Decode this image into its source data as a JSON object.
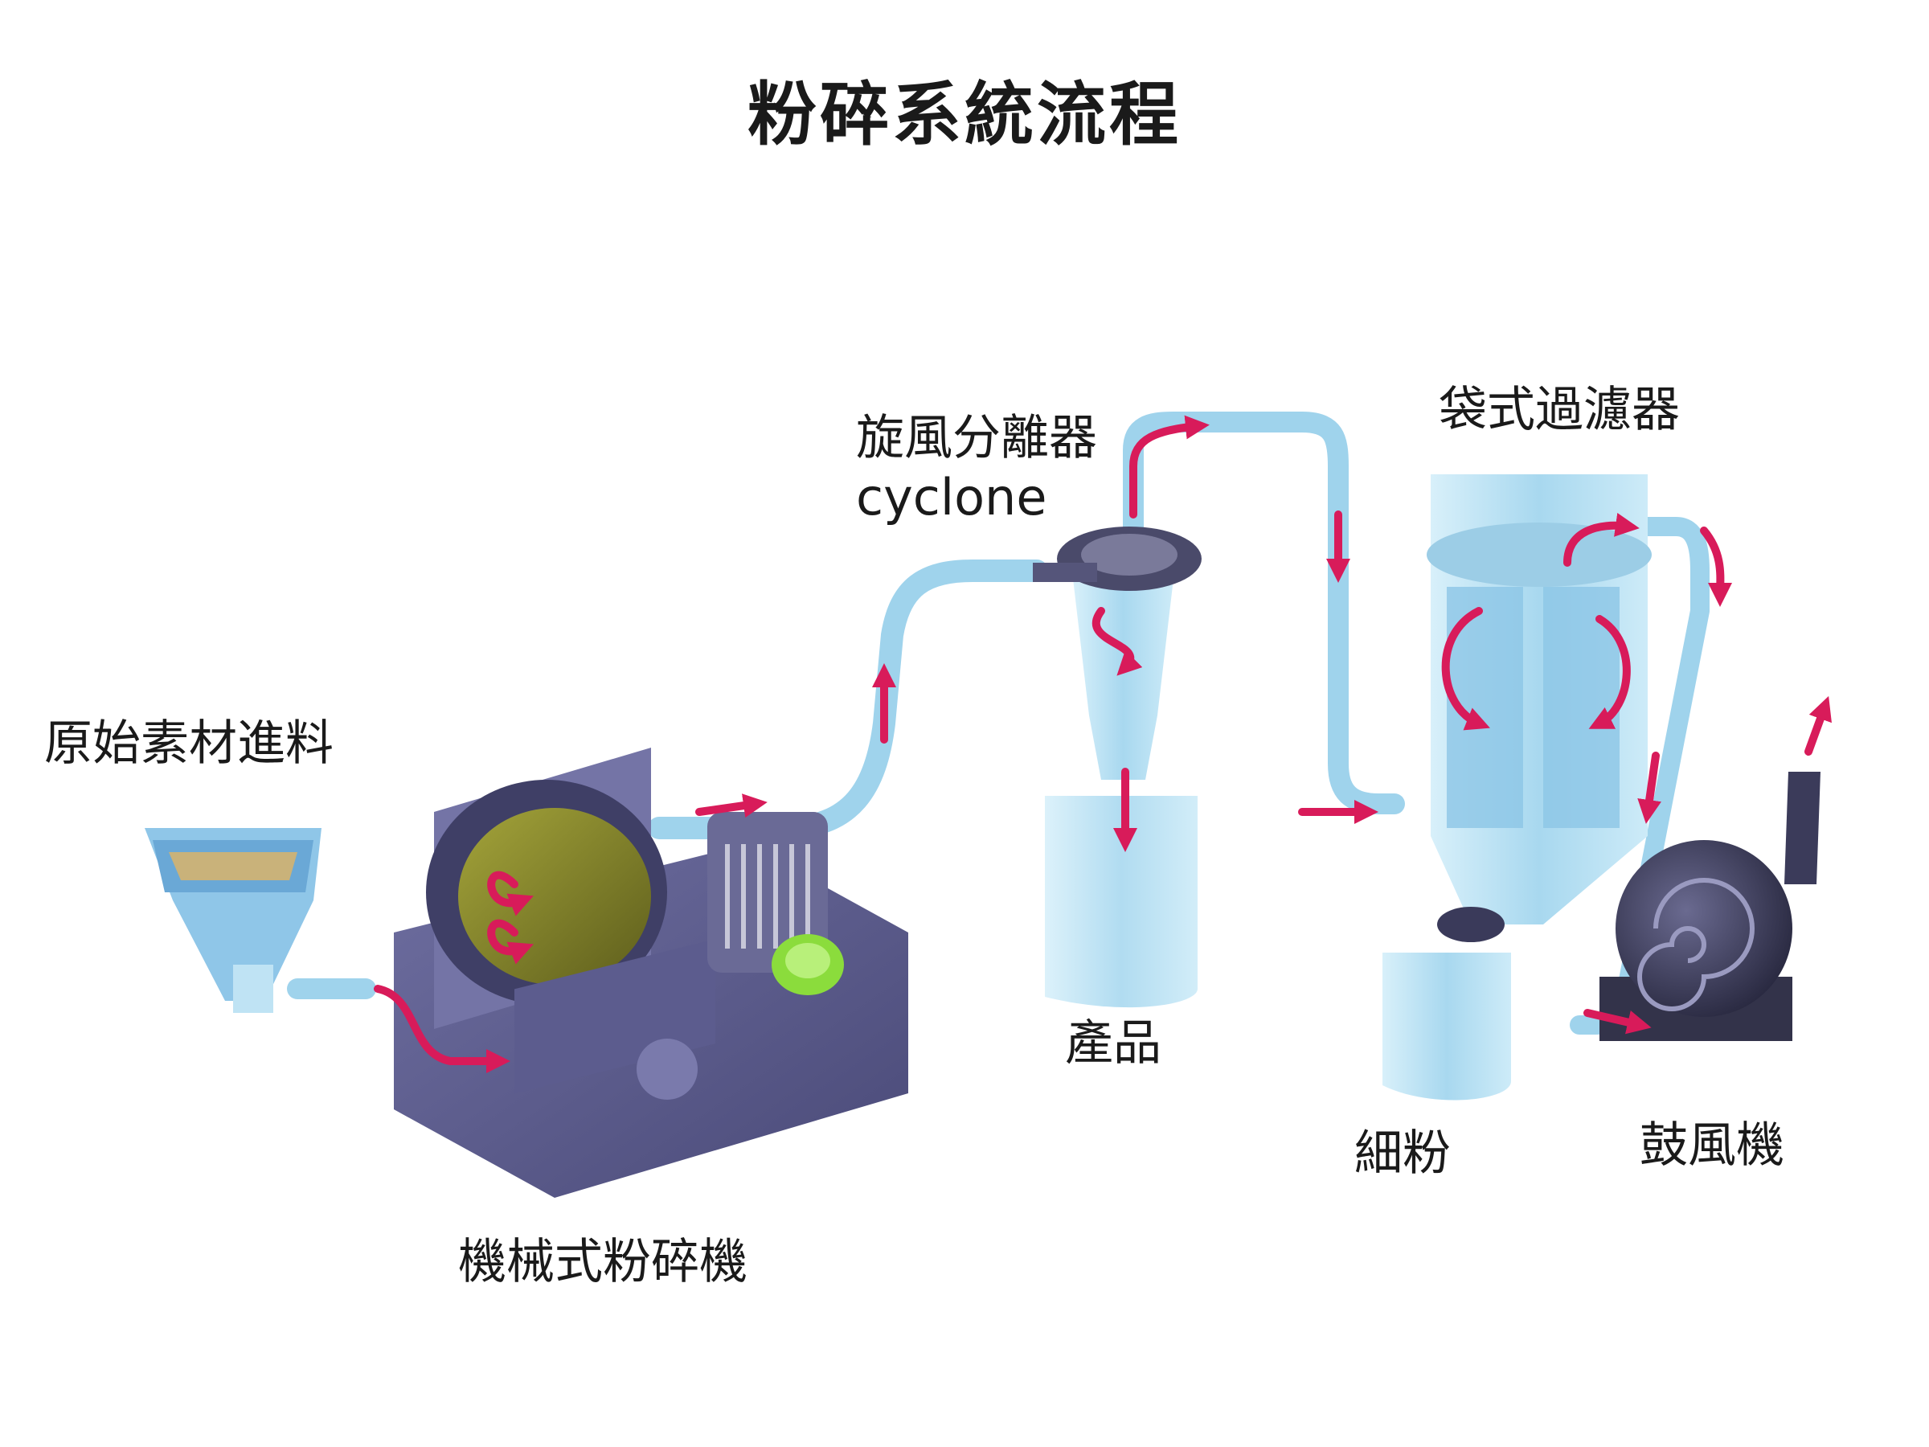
{
  "title": "粉碎系統流程",
  "labels": {
    "raw_feed": "原始素材進料",
    "mill": "機械式粉碎機",
    "cyclone_zh": "旋風分離器",
    "cyclone_en": "cyclone",
    "product": "產品",
    "bag_filter": "袋式過濾器",
    "fine_powder": "細粉",
    "blower": "鼓風機"
  },
  "colors": {
    "flow_arrow": "#d81b5a",
    "pipe": "#a9daf0",
    "vessel": "#bfe6f6",
    "machine_body": "#5a5a8c",
    "rotor": "#8a8a2a",
    "motor_cap": "#8bdc3c"
  }
}
